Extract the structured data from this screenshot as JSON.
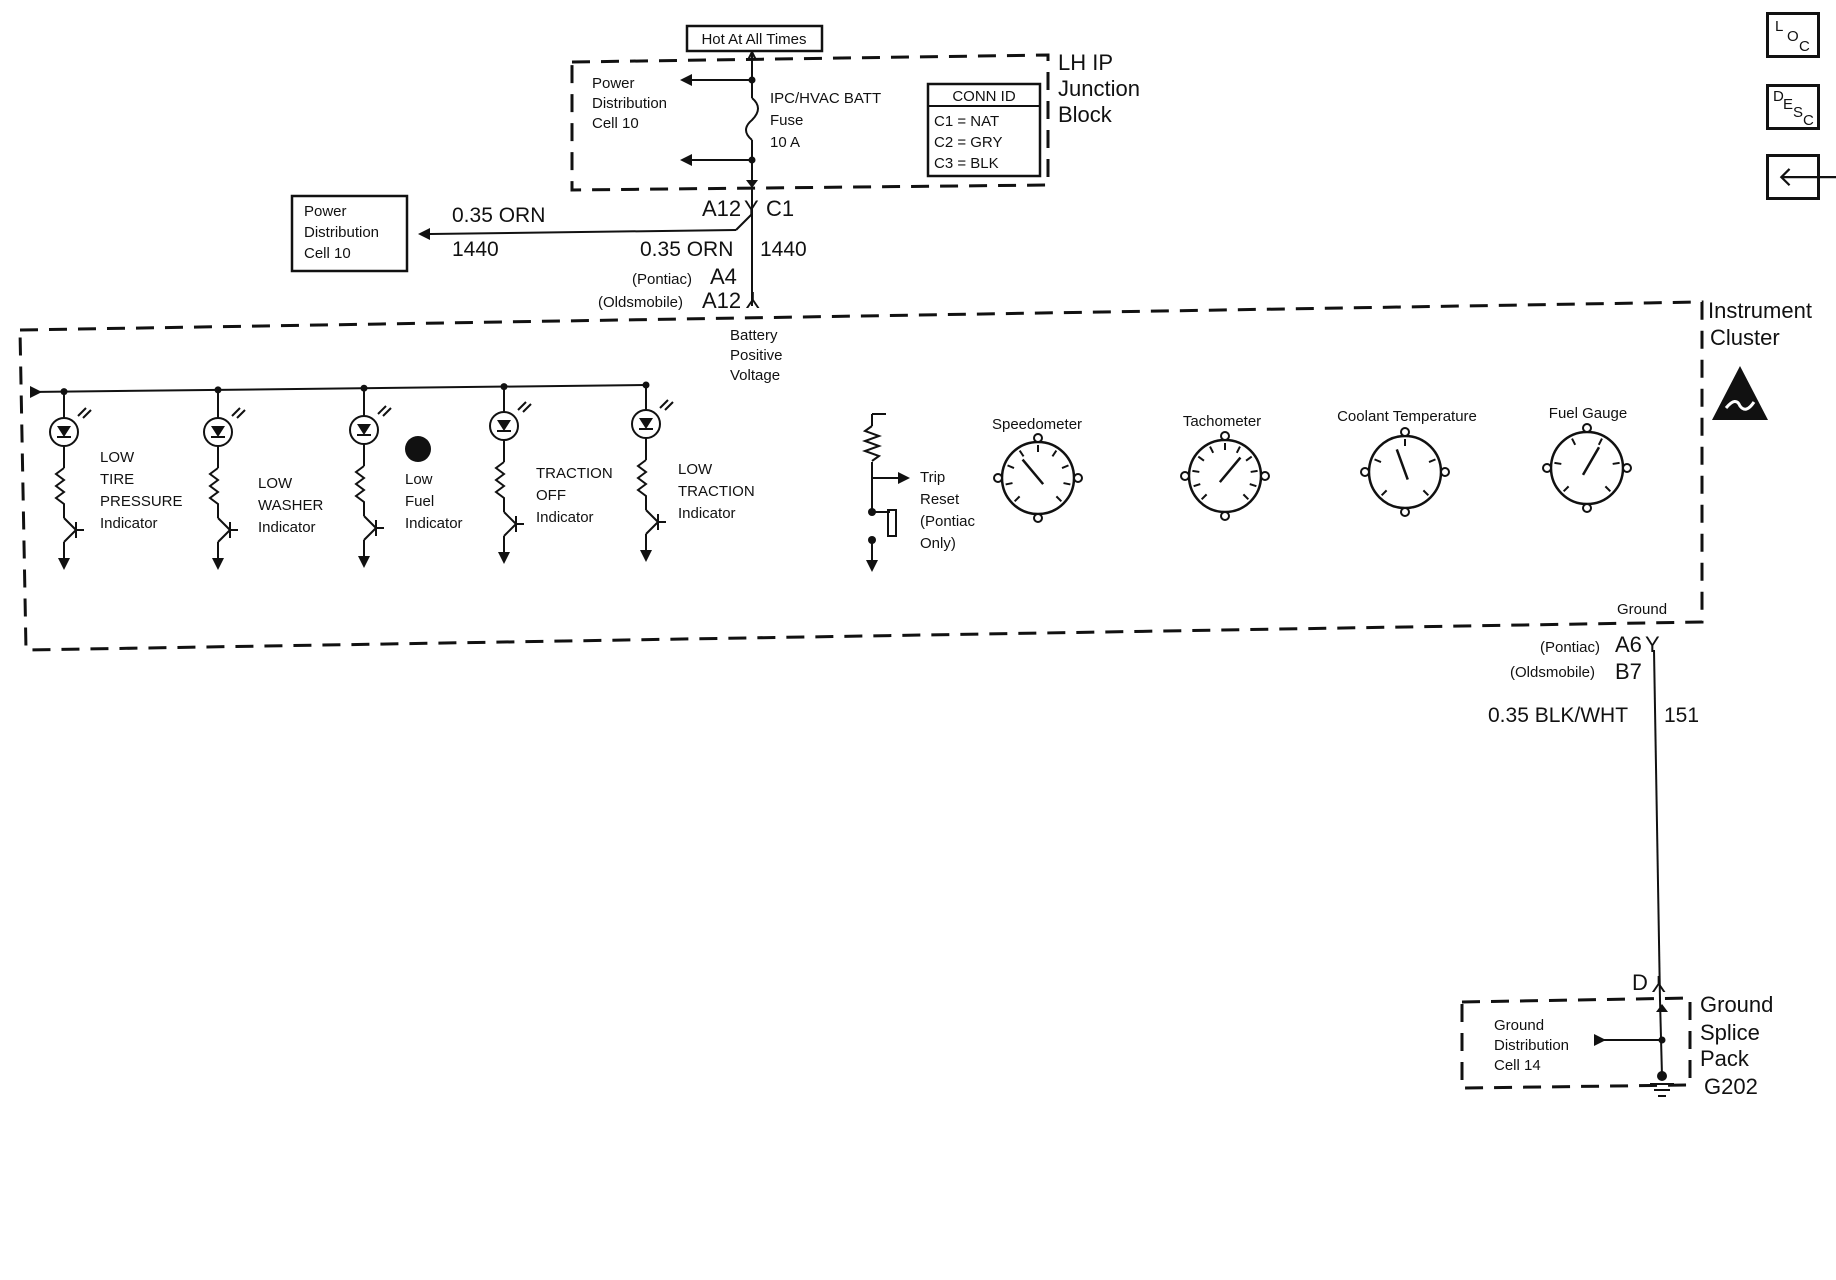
{
  "nav": {
    "loc": {
      "l1": "L",
      "l2": "O",
      "l3": "C"
    },
    "desc": {
      "l1": "D",
      "l2": "E",
      "l3": "S",
      "l4": "C"
    },
    "back_glyph": "🡐"
  },
  "junction_block": {
    "hot_at_all_times": "Hot At All Times",
    "title": [
      "LH IP",
      "Junction",
      "Block"
    ],
    "power_dist": [
      "Power",
      "Distribution",
      "Cell 10"
    ],
    "fuse": [
      "IPC/HVAC BATT",
      "Fuse",
      "10 A"
    ],
    "conn_id": {
      "header": "CONN ID",
      "rows": [
        "C1 = NAT",
        "C2 = GRY",
        "C3 = BLK"
      ]
    }
  },
  "power_dist_box": [
    "Power",
    "Distribution",
    "Cell 10"
  ],
  "feed": {
    "pin": "A12",
    "connector": "C1",
    "wire_left_color": "0.35 ORN",
    "wire_left_circuit": "1440",
    "wire_right_color": "0.35 ORN",
    "wire_right_circuit": "1440",
    "pontiac": "(Pontiac)",
    "pontiac_pin": "A4",
    "olds": "(Oldsmobile)",
    "olds_pin": "A12",
    "battery": [
      "Battery",
      "Positive",
      "Voltage"
    ]
  },
  "cluster": {
    "title": [
      "Instrument",
      "Cluster"
    ],
    "indicators": [
      {
        "lines": [
          "LOW",
          "TIRE",
          "PRESSURE",
          "Indicator"
        ]
      },
      {
        "lines": [
          "LOW",
          "WASHER",
          "Indicator"
        ]
      },
      {
        "lines": [
          "Low",
          "Fuel",
          "Indicator"
        ]
      },
      {
        "lines": [
          "TRACTION",
          "OFF",
          "Indicator"
        ]
      },
      {
        "lines": [
          "LOW",
          "TRACTION",
          "Indicator"
        ]
      }
    ],
    "trip_reset": [
      "Trip",
      "Reset",
      "(Pontiac",
      "Only)"
    ],
    "gauges": [
      "Speedometer",
      "Tachometer",
      "Coolant Temperature",
      "Fuel Gauge"
    ],
    "ground_label": "Ground"
  },
  "ground": {
    "pontiac": "(Pontiac)",
    "pontiac_pin": "A6",
    "olds": "(Oldsmobile)",
    "olds_pin": "B7",
    "wire_color": "0.35 BLK/WHT",
    "wire_circuit": "151",
    "pin_d": "D",
    "dist": [
      "Ground",
      "Distribution",
      "Cell 14"
    ],
    "splice": [
      "Ground",
      "Splice",
      "Pack",
      "G202"
    ]
  }
}
